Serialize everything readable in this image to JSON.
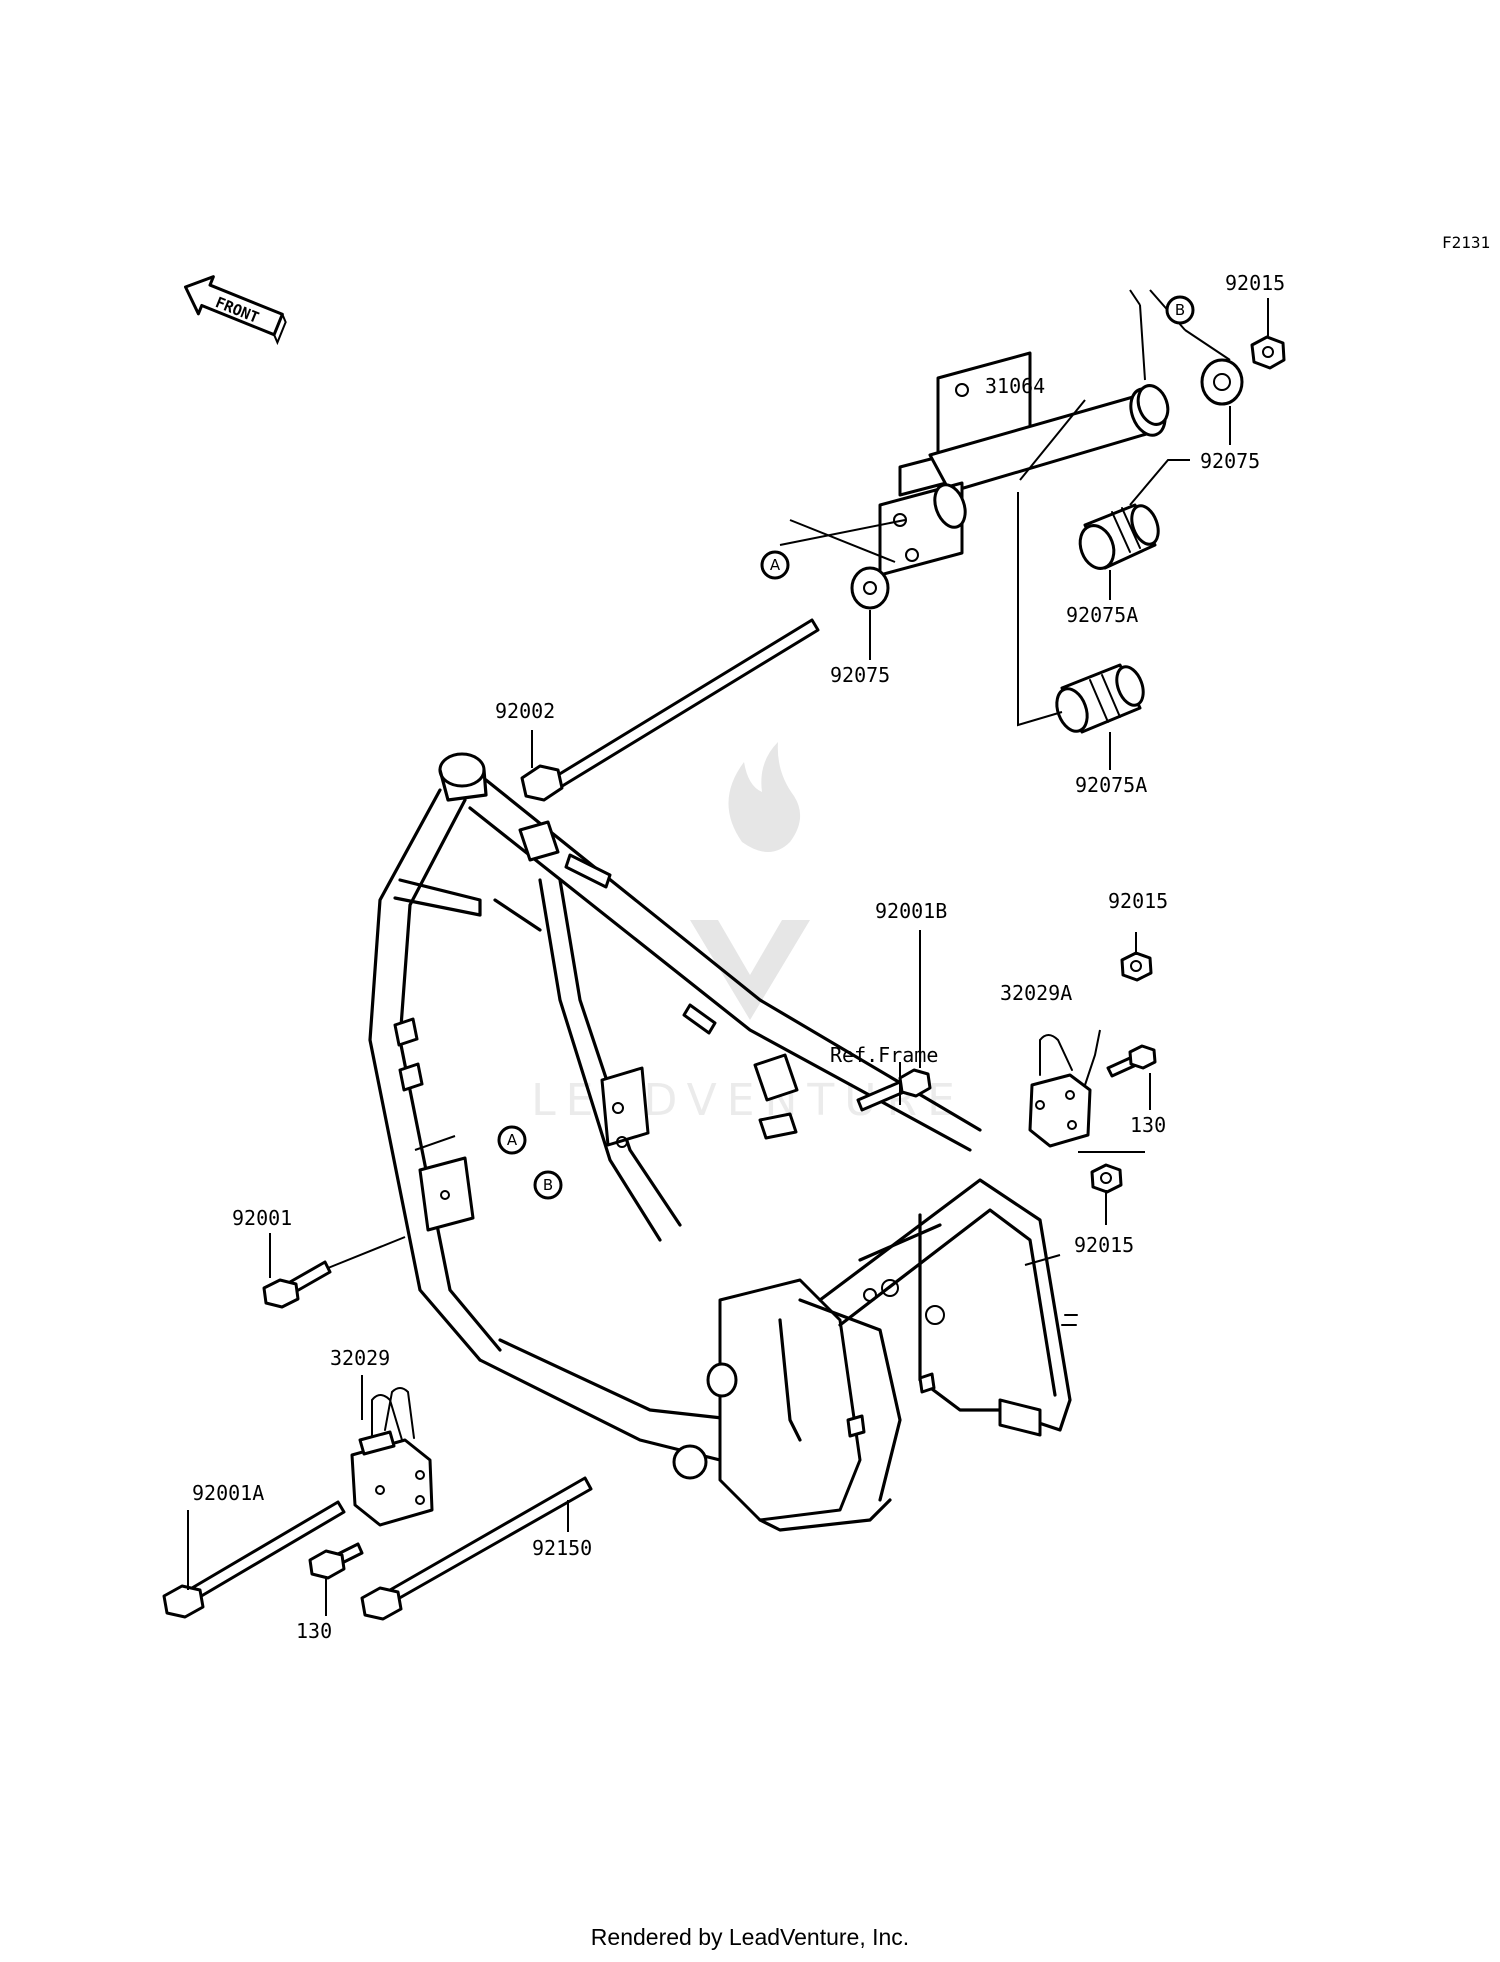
{
  "diagram_code": "F2131",
  "front_arrow": {
    "label": "FRONT",
    "icon": "front-arrow-icon"
  },
  "watermark": "LEADVENTURE",
  "ref_note": "Ref.Frame",
  "callouts": {
    "a": "A",
    "b": "B"
  },
  "parts": {
    "p31064": "31064",
    "p92015_top": "92015",
    "p92075_right": "92075",
    "p92075a_upper": "92075A",
    "p92075_left": "92075",
    "p92075a_lower": "92075A",
    "p92002": "92002",
    "p92001b": "92001B",
    "p92015_mid": "92015",
    "p32029a": "32029A",
    "p130_right": "130",
    "p92015_low": "92015",
    "p92001": "92001",
    "p32029": "32029",
    "p92001a": "92001A",
    "p130_left": "130",
    "p92150": "92150"
  },
  "footer": "Rendered by LeadVenture, Inc."
}
